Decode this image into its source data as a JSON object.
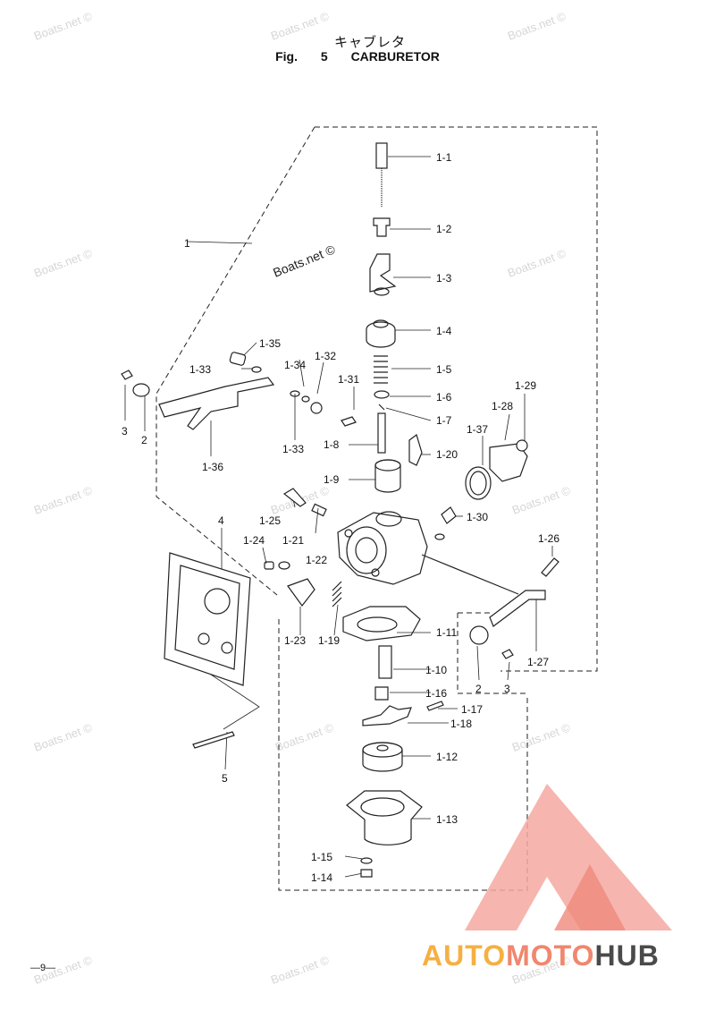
{
  "header": {
    "title_jp": "キャブレタ",
    "fig": "Fig. 5",
    "title": "CARBURETOR"
  },
  "watermark": "Boats.net ©",
  "callouts": [
    "1-1",
    "1-2",
    "1-3",
    "1-4",
    "1-5",
    "1-6",
    "1-7",
    "1-8",
    "1-9",
    "1-10",
    "1-11",
    "1-12",
    "1-13",
    "1-14",
    "1-15",
    "1-16",
    "1-17",
    "1-18",
    "1-19",
    "1-20",
    "1-21",
    "1-22",
    "1-23",
    "1-24",
    "1-25",
    "1-26",
    "1-27",
    "1-28",
    "1-29",
    "1-30",
    "1-31",
    "1-32",
    "1-33",
    "1-34",
    "1-35",
    "1-36",
    "1-37",
    "1",
    "2",
    "3",
    "4",
    "5"
  ],
  "footer": {
    "page": "—9—",
    "logo_auto": "AUTO",
    "logo_moto": "MOTO",
    "logo_hub": "HUB"
  },
  "colors": {
    "logo_orange": "#f5b041",
    "logo_red": "#f0876e",
    "logo_gray": "#4a4a4a"
  }
}
